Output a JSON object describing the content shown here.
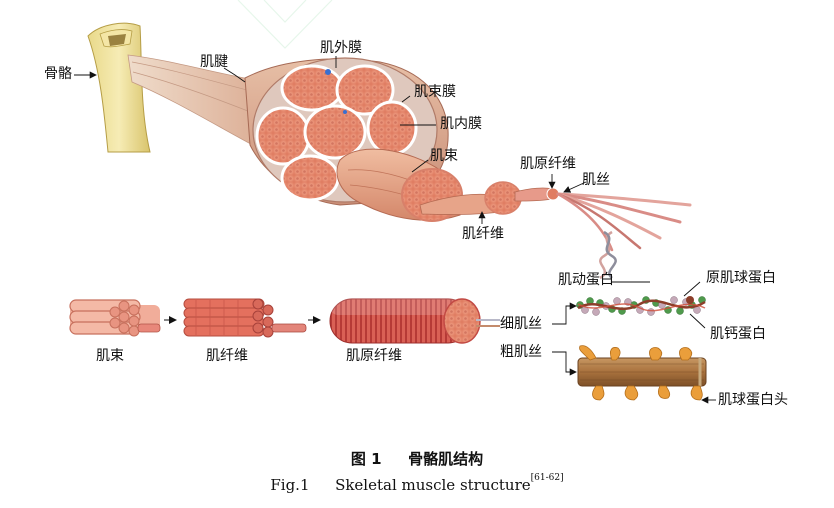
{
  "labels": {
    "bone": "骨骼",
    "tendon": "肌腱",
    "epimysium": "肌外膜",
    "perimysium": "肌束膜",
    "endomysium": "肌内膜",
    "fascicle_top": "肌束",
    "myofibril_top": "肌原纤维",
    "myofilament": "肌丝",
    "muscle_fiber_top": "肌纤维",
    "actin": "肌动蛋白",
    "tropomyosin": "原肌球蛋白",
    "troponin": "肌钙蛋白",
    "thin_filament": "细肌丝",
    "thick_filament": "粗肌丝",
    "myosin_head": "肌球蛋白头",
    "fascicle_bottom": "肌束",
    "muscle_fiber_bottom": "肌纤维",
    "myofibril_bottom": "肌原纤维"
  },
  "caption": {
    "cn_number": "图 1",
    "cn_title": "骨骼肌结构",
    "en_number": "Fig.1",
    "en_title": "Skeletal muscle structure",
    "ref": "[61-62]"
  }
}
